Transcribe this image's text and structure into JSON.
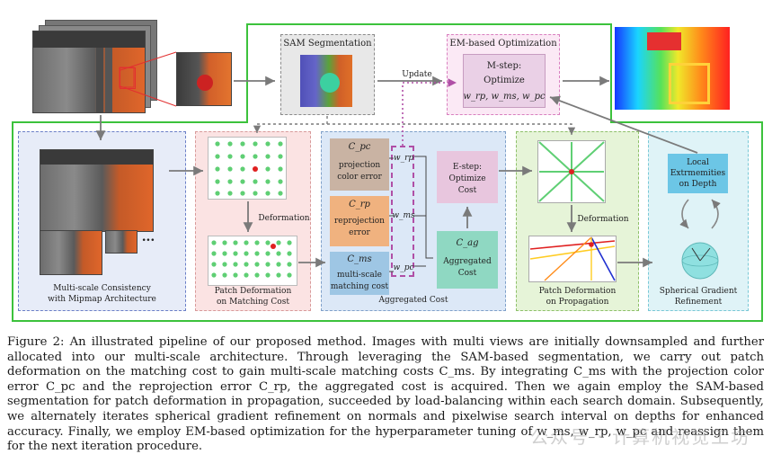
{
  "top": {
    "sam_title": "SAM Segmentation",
    "em_title": "EM-based Optimization",
    "update_label": "Update",
    "mstep_line1": "M-step:",
    "mstep_line2": "Optimize",
    "mstep_line3": "w_rp, w_ms, w_pc"
  },
  "modules": {
    "multiscale_line1": "Multi-scale Consistency",
    "multiscale_line2": "with Mipmap Architecture",
    "ellipsis": "...",
    "patch_def_line1": "Patch Deformation",
    "patch_def_line2": "on Matching Cost",
    "deformation_label": "Deformation",
    "aggregated_label": "Aggregated Cost",
    "prop_line1": "Patch Deformation",
    "prop_line2": "on Propagation",
    "prop_deformation_label": "Deformation",
    "spherical_line1": "Spherical Gradient",
    "spherical_line2": "Refinement",
    "local_line1": "Local",
    "local_line2": "Extrmemities",
    "local_line3": "on Depth"
  },
  "costs": {
    "cpc_symbol": "C_pc",
    "cpc_line1": "projection",
    "cpc_line2": "color error",
    "crp_symbol": "C_rp",
    "crp_line1": "reprojection",
    "crp_line2": "error",
    "cms_symbol": "C_ms",
    "cms_line1": "multi-scale",
    "cms_line2": "matching cost",
    "w_rp": "w_rp",
    "w_ms": "w_ms",
    "w_pc": "w_pc",
    "estep_line1": "E-step:",
    "estep_line2": "Optimize",
    "estep_line3": "Cost",
    "cag_symbol": "C_ag",
    "cag_line1": "Aggregated",
    "cag_line2": "Cost"
  },
  "caption": "Figure 2: An illustrated pipeline of our proposed method. Images with multi views are initially downsampled and further allocated into our multi-scale architecture. Through leveraging the SAM-based segmentation, we carry out patch deformation on the matching cost to gain multi-scale matching costs C_ms. By integrating C_ms with the projection color error C_pc and the reprojection error C_rp, the aggregated cost is acquired. Then we again employ the SAM-based segmentation for patch deformation in propagation, succeeded by load-balancing within each search domain. Subsequently, we alternately iterates spherical gradient refinement on normals and pixelwise search interval on depths for enhanced accuracy. Finally, we employ EM-based optimization for the hyperparameter tuning of w_ms, w_rp, w_pc and reassign them for the next iteration procedure.",
  "watermark": "公众号 · 计算机视觉工坊",
  "colors": {
    "green_frame": "#3cc23c",
    "blue_panel": "#e7ecf8",
    "pink_panel": "#fbe3e3",
    "aggregated_panel": "#dce8f7",
    "green_panel": "#e6f4d8",
    "cyan_panel": "#dff3f7",
    "cpc_box": "#c9b3a3",
    "crp_box": "#f0b27f",
    "cms_box": "#9ec6e4",
    "estep_box": "#e8c6de",
    "cag_box": "#8fd8c2",
    "local_box": "#6cc6e6",
    "dot_green": "#5fcf74",
    "dot_red": "#e02020"
  }
}
